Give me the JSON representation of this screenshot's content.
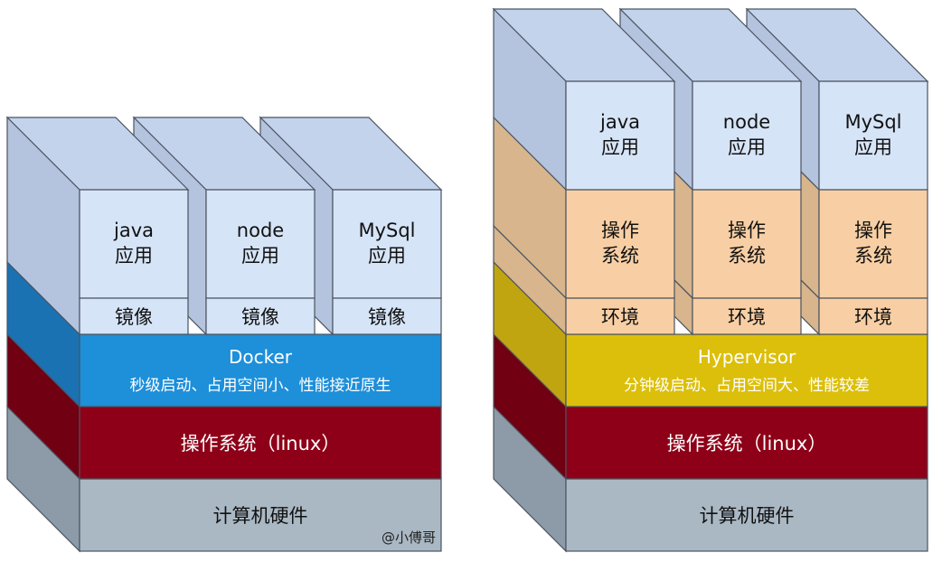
{
  "left": {
    "apps": [
      {
        "line1": "java",
        "line2": "应用",
        "bottom": "镜像"
      },
      {
        "line1": "node",
        "line2": "应用",
        "bottom": "镜像"
      },
      {
        "line1": "MySql",
        "line2": "应用",
        "bottom": "镜像"
      }
    ],
    "engine": {
      "title": "Docker",
      "subtitle": "秒级启动、占用空间小、性能接近原生"
    },
    "os": "操作系统（linux）",
    "hardware": "计算机硬件",
    "watermark": "@小傅哥"
  },
  "right": {
    "apps": [
      {
        "line1": "java",
        "line2": "应用",
        "os1": "操作",
        "os2": "系统",
        "env": "环境"
      },
      {
        "line1": "node",
        "line2": "应用",
        "os1": "操作",
        "os2": "系统",
        "env": "环境"
      },
      {
        "line1": "MySql",
        "line2": "应用",
        "os1": "操作",
        "os2": "系统",
        "env": "环境"
      }
    ],
    "engine": {
      "title": "Hypervisor",
      "subtitle": "分钟级启动、占用空间大、性能较差"
    },
    "os": "操作系统（linux）",
    "hardware": "计算机硬件"
  },
  "colors": {
    "app_face": "#d6e4f7",
    "app_side": "#b4c4de",
    "app_top": "#c3d3ec",
    "docker_face": "#1e8fd9",
    "docker_side": "#1a72b3",
    "hypervisor_face": "#dcbf0a",
    "hypervisor_side": "#c0a511",
    "os_face": "#8e0018",
    "os_side": "#700012",
    "hw_face": "#aab8c4",
    "hw_side": "#8d9ba8",
    "guest_os_face": "#f8cfa4",
    "guest_os_side": "#d8b58c"
  }
}
